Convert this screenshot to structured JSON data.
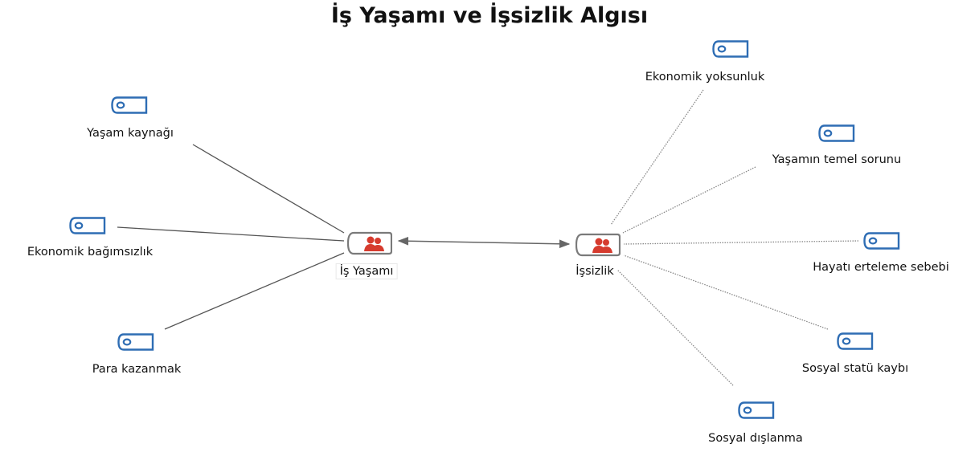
{
  "title": "İş Yaşamı ve İşsizlik Algısı",
  "colors": {
    "code_icon": "#2e6db4",
    "core_icon_fill": "#d63b2e",
    "core_icon_frame": "#7a7a7a",
    "solid_line": "#555555",
    "dotted_line": "#8a8a8a",
    "arrow": "#666666"
  },
  "core_nodes": {
    "is_yasami": {
      "label": "İş Yaşamı",
      "icon": "person-code-icon"
    },
    "issizlik": {
      "label": "İşsizlik",
      "icon": "person-code-icon"
    }
  },
  "is_yasami_codes": [
    {
      "label": "Yaşam kaynağı",
      "icon": "code-icon"
    },
    {
      "label": "Ekonomik bağımsızlık",
      "icon": "code-icon"
    },
    {
      "label": "Para kazanmak",
      "icon": "code-icon"
    }
  ],
  "issizlik_codes": [
    {
      "label": "Ekonomik yoksunluk",
      "icon": "code-icon"
    },
    {
      "label": "Yaşamın temel sorunu",
      "icon": "code-icon"
    },
    {
      "label": "Hayatı erteleme sebebi",
      "icon": "code-icon"
    },
    {
      "label": "Sosyal statü kaybı",
      "icon": "code-icon"
    },
    {
      "label": "Sosyal dışlanma",
      "icon": "code-icon"
    }
  ],
  "relation": "bidirectional"
}
